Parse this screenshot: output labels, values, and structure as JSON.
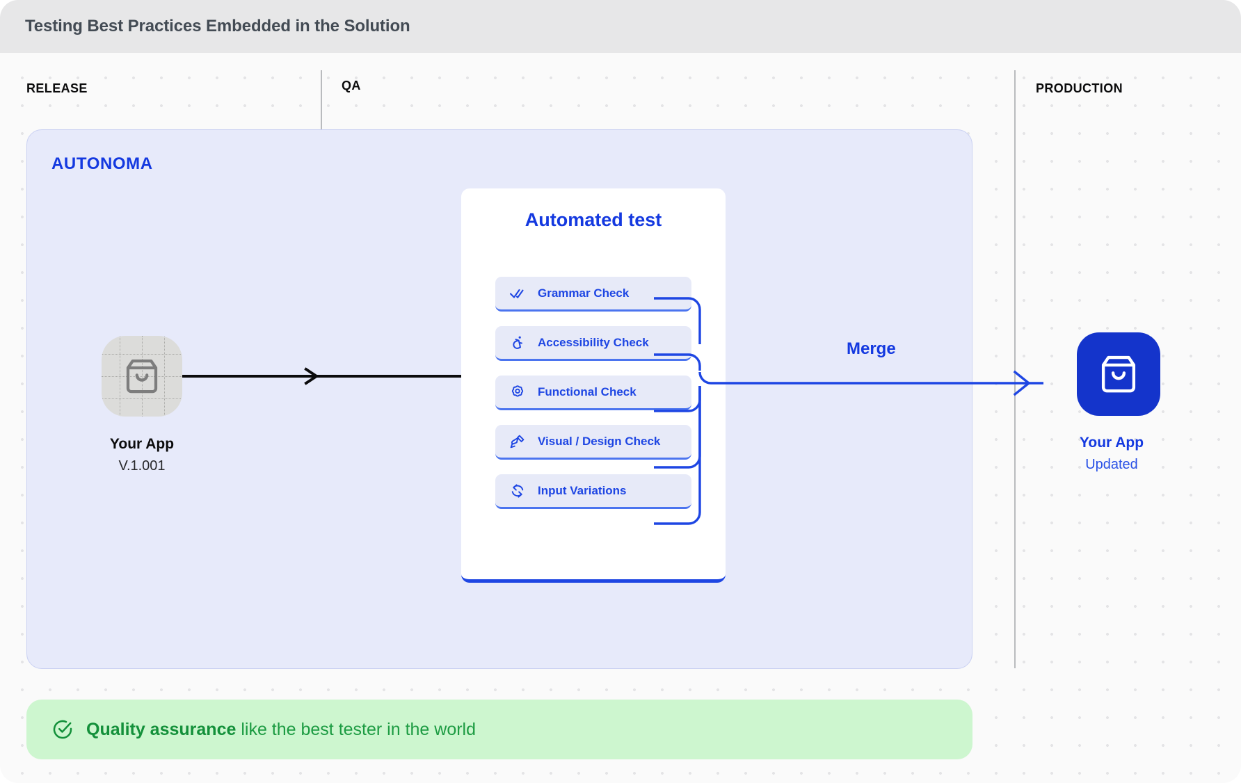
{
  "header": {
    "title": "Testing Best Practices Embedded in the Solution"
  },
  "lanes": [
    {
      "key": "release",
      "label": "RELEASE"
    },
    {
      "key": "qa",
      "label": "QA"
    },
    {
      "key": "production",
      "label": "PRODUCTION"
    }
  ],
  "panel": {
    "title": "AUTONOMA"
  },
  "source_app": {
    "name": "Your App",
    "version": "V.1.001",
    "icon": "shopping-bag-icon"
  },
  "test_card": {
    "title": "Automated test",
    "checks": [
      {
        "label": "Grammar Check",
        "icon": "double-check-icon"
      },
      {
        "label": "Accessibility Check",
        "icon": "accessibility-icon"
      },
      {
        "label": "Functional Check",
        "icon": "gear-icon"
      },
      {
        "label": "Visual / Design Check",
        "icon": "paintbrush-icon"
      },
      {
        "label": "Input Variations",
        "icon": "refresh-cycle-icon"
      }
    ]
  },
  "merge": {
    "label": "Merge"
  },
  "target_app": {
    "name": "Your App",
    "status": "Updated",
    "icon": "shopping-bag-icon"
  },
  "banner": {
    "icon": "circle-check-icon",
    "strong_text": "Quality assurance",
    "rest_text": " like the best tester in the world"
  },
  "colors": {
    "brand_blue": "#1439e0",
    "icon_blue": "#1434cb",
    "connector_blue": "#1e46e3",
    "success_green": "#1c9b42",
    "banner_green_bg": "#cdf6cf",
    "panel_blue_bg": "#e7eafa",
    "header_grey": "#e7e7e8"
  }
}
